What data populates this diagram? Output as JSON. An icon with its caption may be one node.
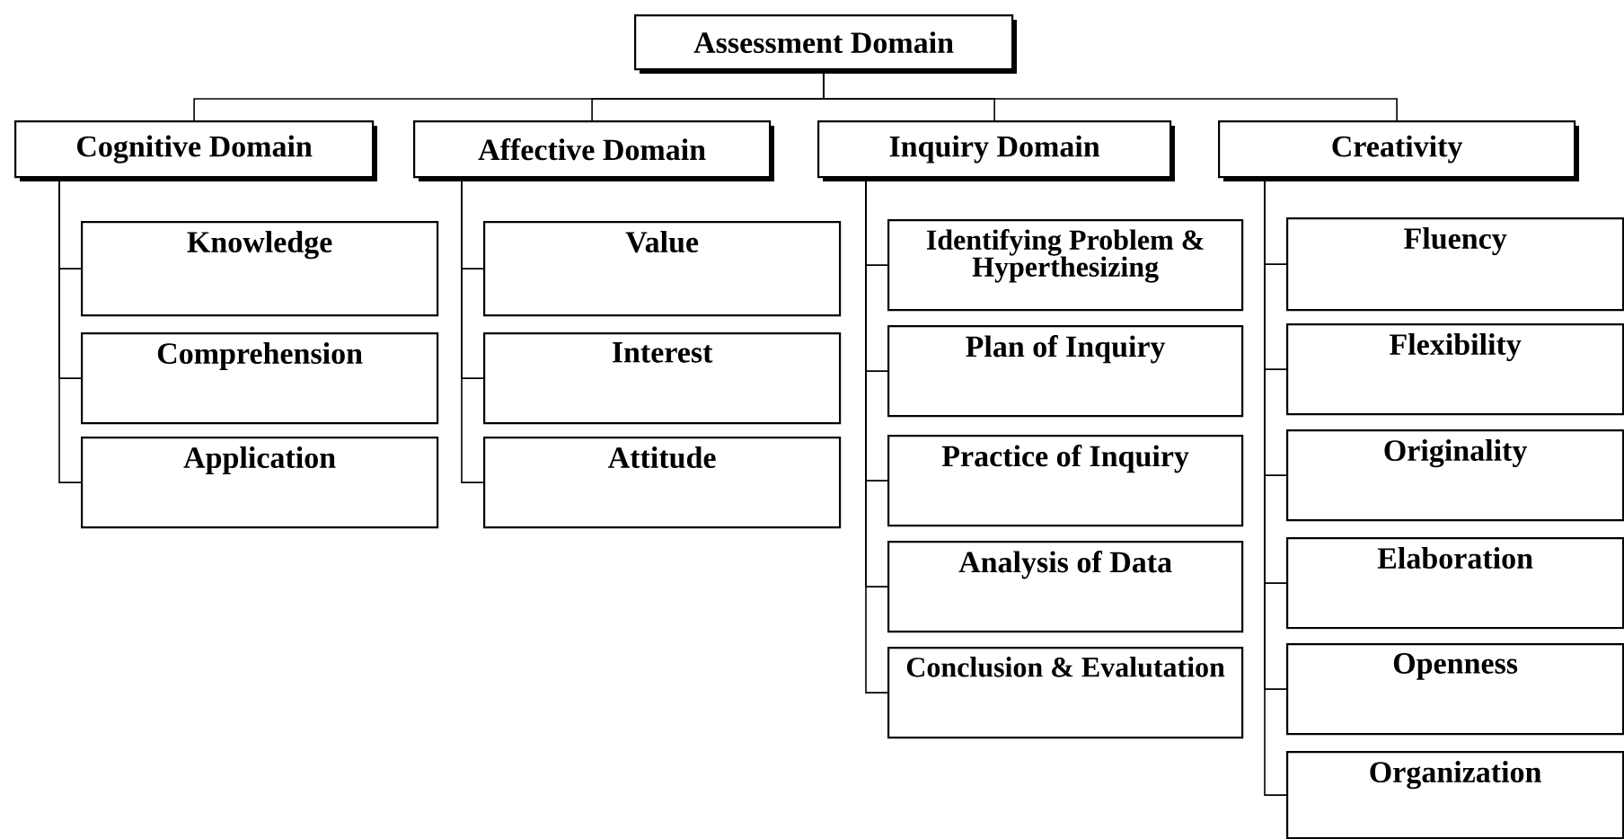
{
  "diagram": {
    "nodes": [
      {
        "text": [
          "Assessment Domain"
        ]
      },
      {
        "text": [
          "Cognitive Domain"
        ]
      },
      {
        "text": [
          "Affective Domain"
        ]
      },
      {
        "text": [
          "Inquiry Domain"
        ]
      },
      {
        "text": [
          "Creativity"
        ]
      },
      {
        "text": [
          "Knowledge"
        ]
      },
      {
        "text": [
          "Comprehension"
        ]
      },
      {
        "text": [
          "Application"
        ]
      },
      {
        "text": [
          "Value"
        ]
      },
      {
        "text": [
          "Interest"
        ]
      },
      {
        "text": [
          "Attitude"
        ]
      },
      {
        "text": [
          "Identifying Problem & Hyperthesizing"
        ]
      },
      {
        "text": [
          "Plan of Inquiry"
        ]
      },
      {
        "text": [
          "Practice of Inquiry"
        ]
      },
      {
        "text": [
          "Analysis of Data"
        ]
      },
      {
        "text": [
          "Conclusion & Evalutation"
        ]
      },
      {
        "text": [
          "Fluency"
        ]
      },
      {
        "text": [
          "Flexibility"
        ]
      },
      {
        "text": [
          "Originality"
        ]
      },
      {
        "text": [
          "Elaboration"
        ]
      },
      {
        "text": [
          "Openness"
        ]
      },
      {
        "text": [
          "Organization"
        ]
      }
    ],
    "edges": [
      {
        "from": 0,
        "to": 1,
        "arrow": "none"
      },
      {
        "from": 0,
        "to": 2,
        "arrow": "none"
      },
      {
        "from": 0,
        "to": 3,
        "arrow": "none"
      },
      {
        "from": 0,
        "to": 4,
        "arrow": "none"
      },
      {
        "from": 1,
        "to": 5,
        "arrow": "none"
      },
      {
        "from": 1,
        "to": 6,
        "arrow": "none"
      },
      {
        "from": 1,
        "to": 7,
        "arrow": "none"
      },
      {
        "from": 2,
        "to": 8,
        "arrow": "none"
      },
      {
        "from": 2,
        "to": 9,
        "arrow": "none"
      },
      {
        "from": 2,
        "to": 10,
        "arrow": "none"
      },
      {
        "from": 3,
        "to": 11,
        "arrow": "none"
      },
      {
        "from": 3,
        "to": 12,
        "arrow": "none"
      },
      {
        "from": 3,
        "to": 13,
        "arrow": "none"
      },
      {
        "from": 3,
        "to": 14,
        "arrow": "none"
      },
      {
        "from": 3,
        "to": 15,
        "arrow": "none"
      },
      {
        "from": 4,
        "to": 16,
        "arrow": "none"
      },
      {
        "from": 4,
        "to": 17,
        "arrow": "none"
      },
      {
        "from": 4,
        "to": 18,
        "arrow": "none"
      },
      {
        "from": 4,
        "to": 19,
        "arrow": "none"
      },
      {
        "from": 4,
        "to": 20,
        "arrow": "none"
      },
      {
        "from": 4,
        "to": 21,
        "arrow": "none"
      }
    ]
  }
}
